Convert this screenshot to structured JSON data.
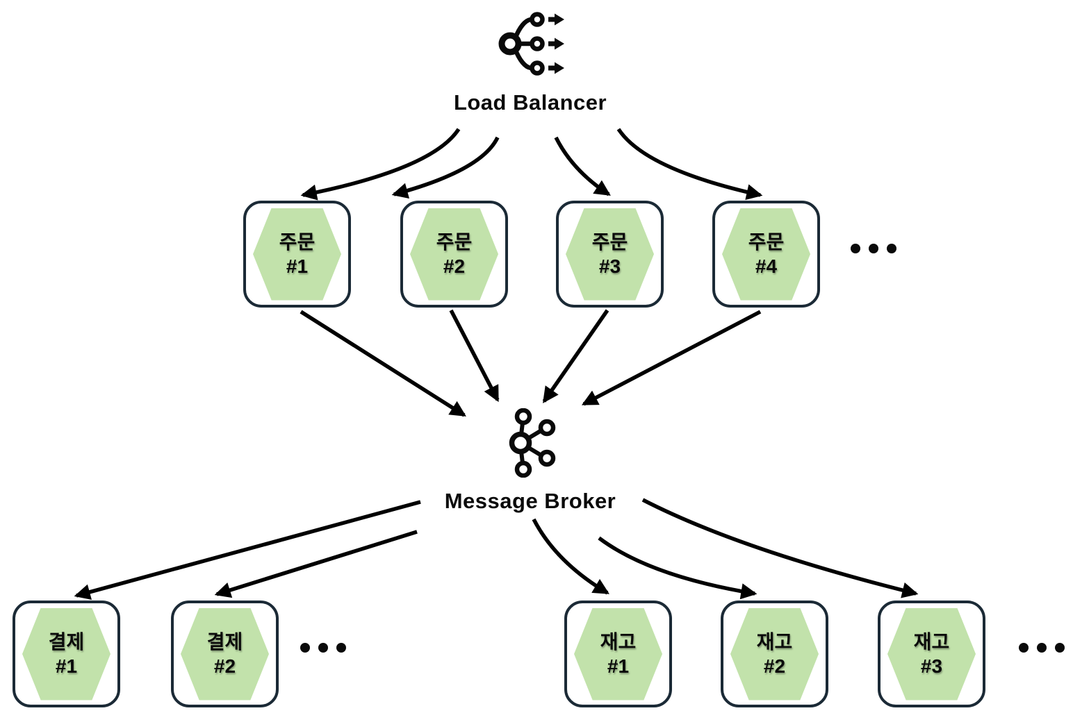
{
  "colors": {
    "background": "#ffffff",
    "node_border": "#1b2a36",
    "hexagon_fill": "#c2e2ab",
    "arrow": "#000000",
    "text": "#0a0a0a"
  },
  "load_balancer": {
    "label": "Load Balancer",
    "icon": "load-balancer-icon"
  },
  "message_broker": {
    "label": "Message Broker",
    "icon": "kafka-message-broker-icon"
  },
  "order_nodes": [
    {
      "line1": "주문",
      "line2": "#1"
    },
    {
      "line1": "주문",
      "line2": "#2"
    },
    {
      "line1": "주문",
      "line2": "#3"
    },
    {
      "line1": "주문",
      "line2": "#4"
    }
  ],
  "payment_nodes": [
    {
      "line1": "결제",
      "line2": "#1"
    },
    {
      "line1": "결제",
      "line2": "#2"
    }
  ],
  "inventory_nodes": [
    {
      "line1": "재고",
      "line2": "#1"
    },
    {
      "line1": "재고",
      "line2": "#2"
    },
    {
      "line1": "재고",
      "line2": "#3"
    }
  ],
  "ellipsis": "..."
}
